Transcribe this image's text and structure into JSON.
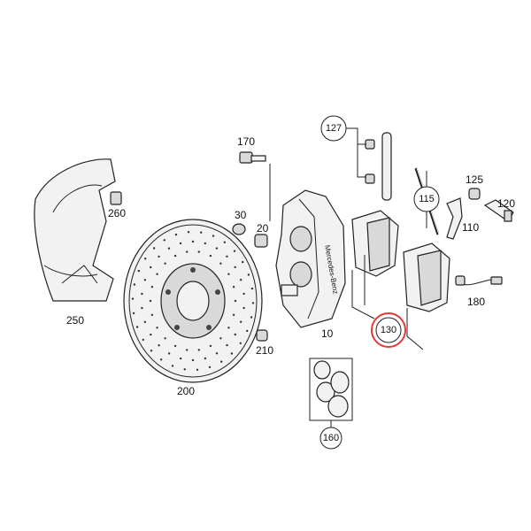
{
  "labels": {
    "p10": "10",
    "p20": "20",
    "p30": "30",
    "p110": "110",
    "p115": "115",
    "p120": "120",
    "p125": "125",
    "p127": "127",
    "p130": "130",
    "p160": "160",
    "p170": "170",
    "p180": "180",
    "p200": "200",
    "p210": "210",
    "p250": "250",
    "p260": "260"
  },
  "caliper_text": "Mercedes-Benz",
  "highlight_color": "#e53935"
}
